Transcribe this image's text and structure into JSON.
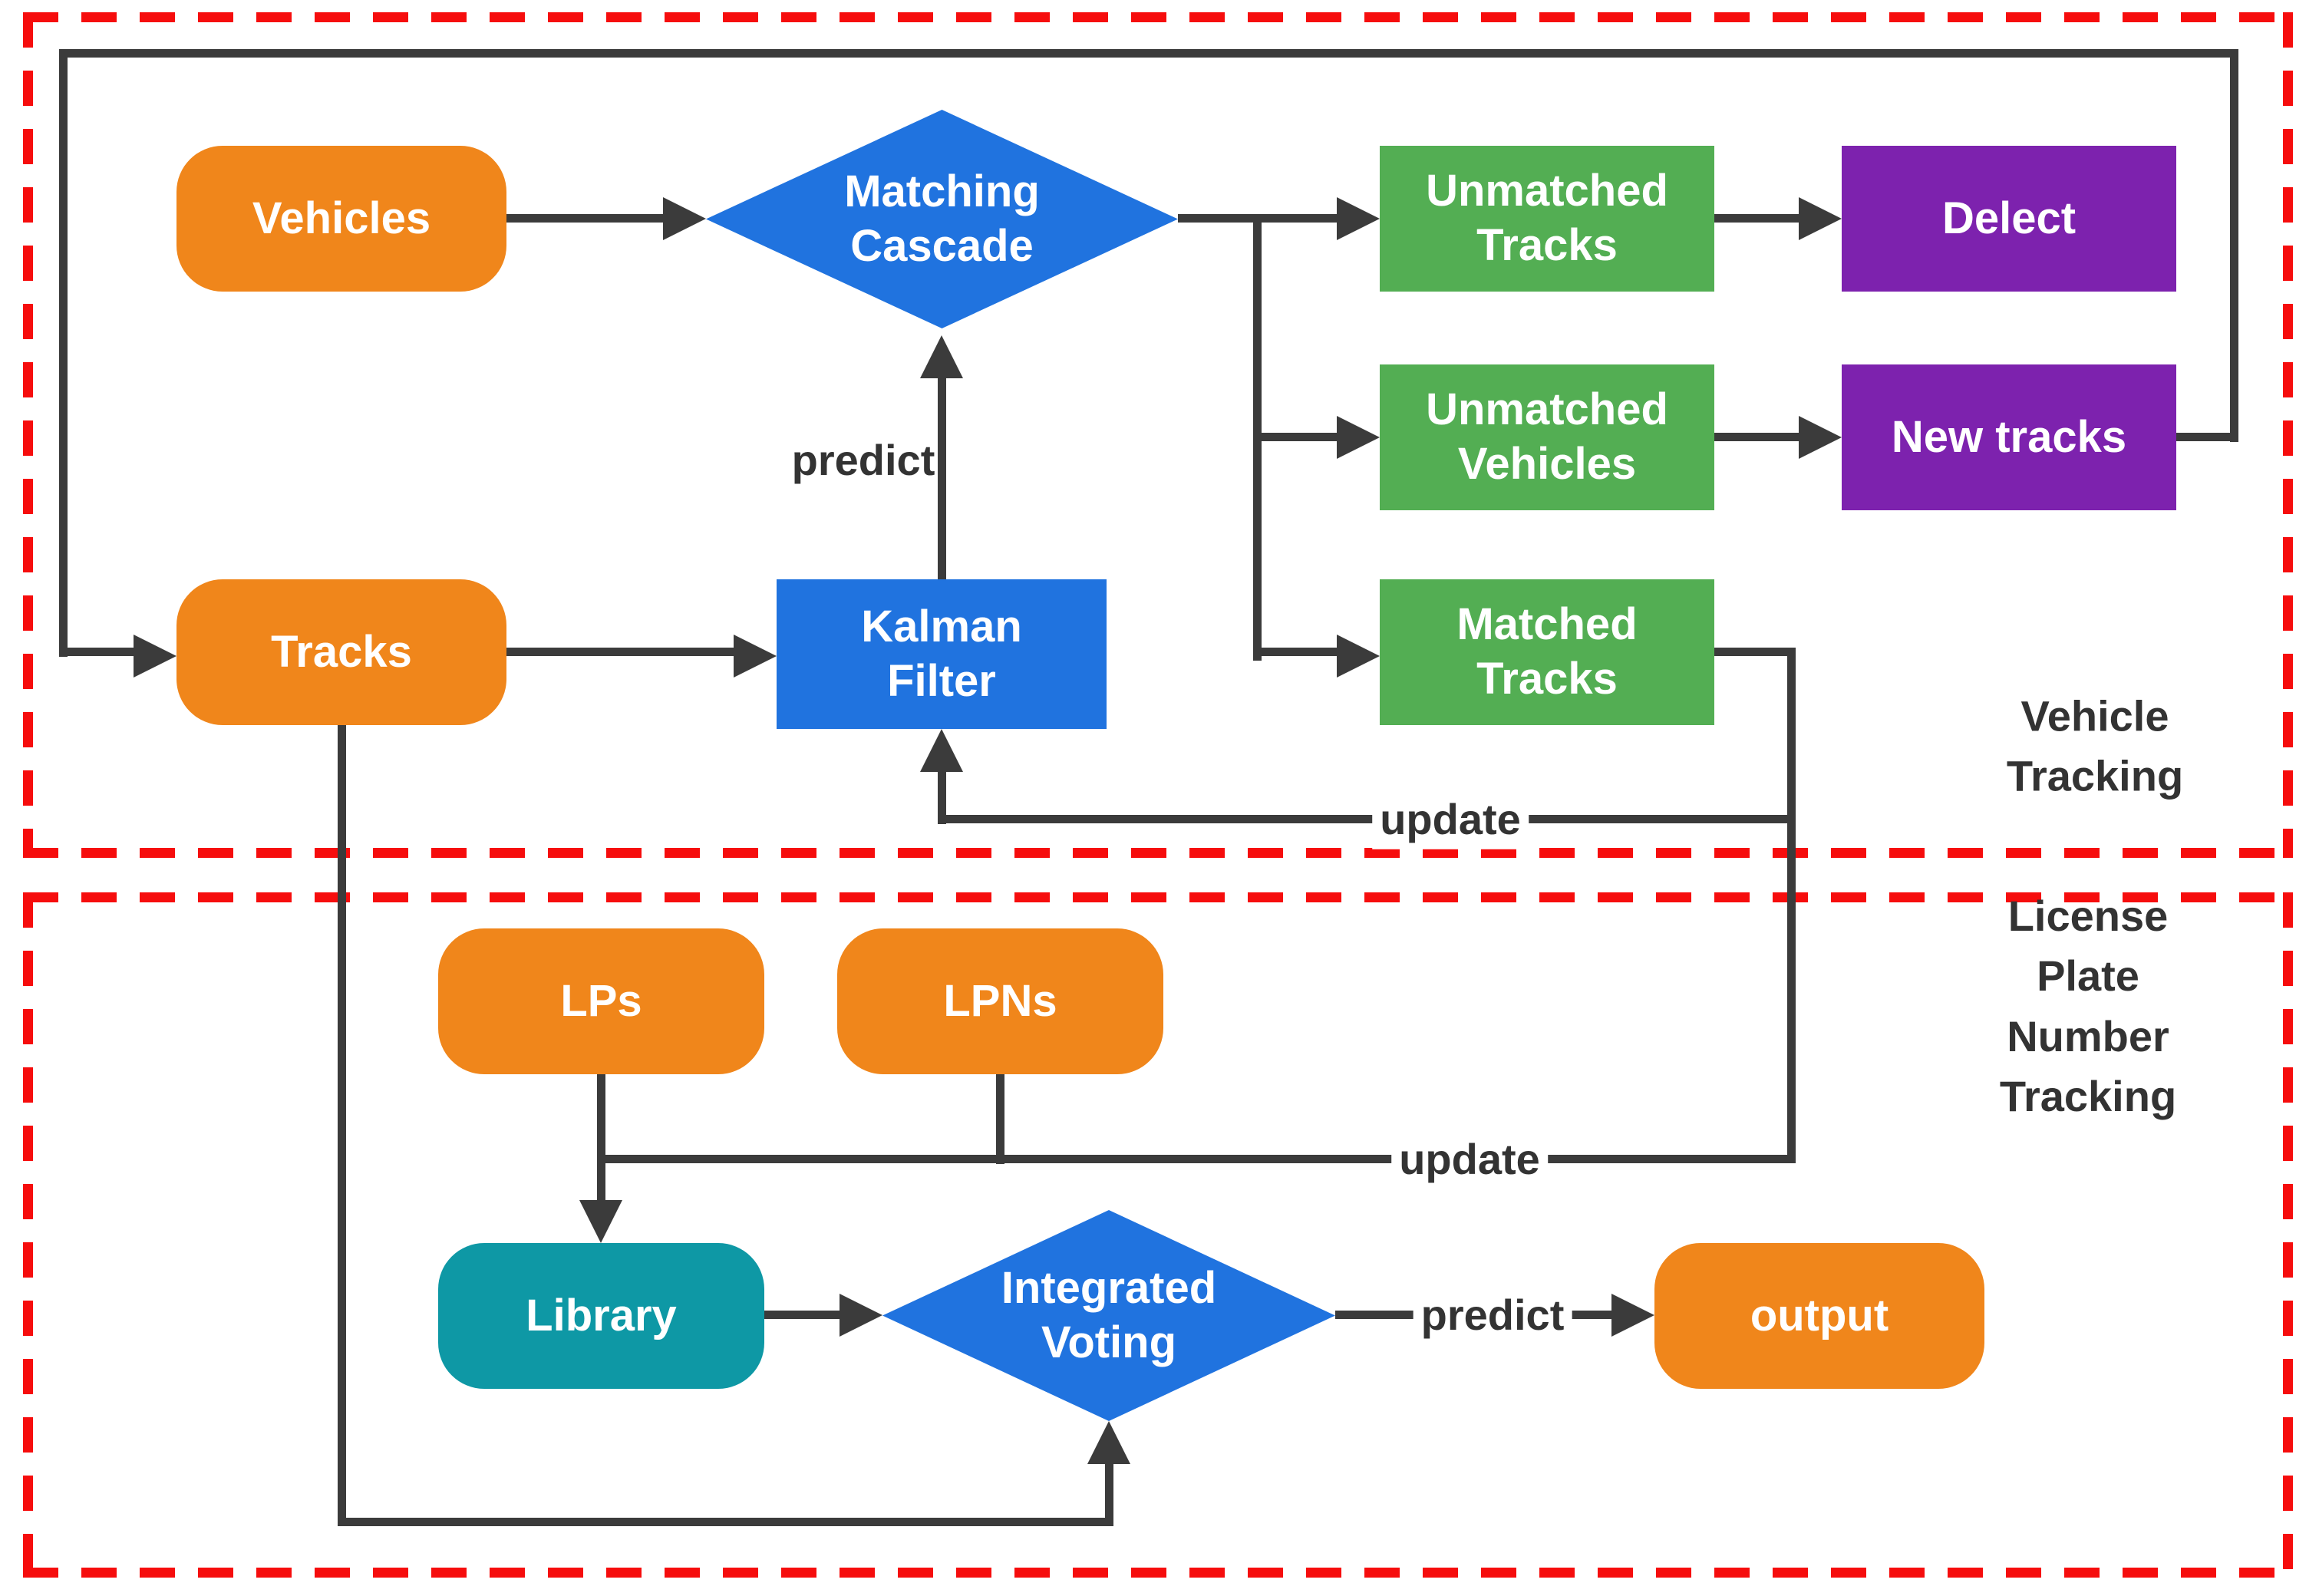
{
  "regions": {
    "vehicle_tracking": {
      "label": "Vehicle\nTracking"
    },
    "lpn_tracking": {
      "label": "License Plate\nNumber\nTracking"
    }
  },
  "nodes": {
    "vehicles": {
      "label": "Vehicles",
      "shape": "rounded",
      "color": "orange"
    },
    "tracks": {
      "label": "Tracks",
      "shape": "rounded",
      "color": "orange"
    },
    "matching_cascade": {
      "label": "Matching\nCascade",
      "shape": "diamond",
      "color": "blue"
    },
    "kalman_filter": {
      "label": "Kalman\nFilter",
      "shape": "rect",
      "color": "blue"
    },
    "unmatched_tracks": {
      "label": "Unmatched\nTracks",
      "shape": "rect",
      "color": "green"
    },
    "delect": {
      "label": "Delect",
      "shape": "rect",
      "color": "purple"
    },
    "unmatched_vehicles": {
      "label": "Unmatched\nVehicles",
      "shape": "rect",
      "color": "green"
    },
    "new_tracks": {
      "label": "New tracks",
      "shape": "rect",
      "color": "purple"
    },
    "matched_tracks": {
      "label": "Matched\nTracks",
      "shape": "rect",
      "color": "green"
    },
    "lps": {
      "label": "LPs",
      "shape": "rounded",
      "color": "orange"
    },
    "lpns": {
      "label": "LPNs",
      "shape": "rounded",
      "color": "orange"
    },
    "library": {
      "label": "Library",
      "shape": "rounded",
      "color": "teal"
    },
    "integrated_voting": {
      "label": "Integrated\nVoting",
      "shape": "diamond",
      "color": "blue"
    },
    "output": {
      "label": "output",
      "shape": "rounded",
      "color": "orange"
    }
  },
  "edge_labels": {
    "predict_vehicle": "predict",
    "update_vehicle": "update",
    "update_lpn": "update",
    "predict_lpn": "predict"
  },
  "colors": {
    "orange": "#F0861B",
    "blue": "#2073DF",
    "green": "#53AE53",
    "purple": "#7D22AE",
    "teal": "#0E98A5",
    "line": "#3B3B3B",
    "region_border": "#F60D0D",
    "label_text": "#333333",
    "node_text": "#FFFFFF",
    "background": "#FFFFFF"
  }
}
